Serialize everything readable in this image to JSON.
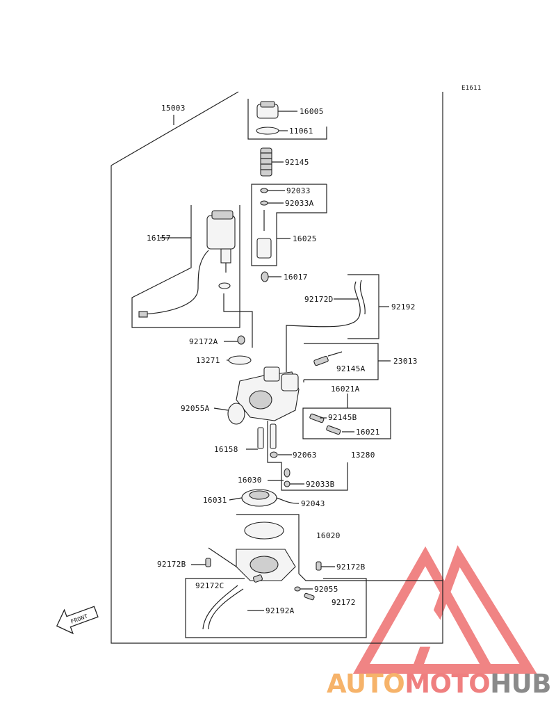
{
  "diagram_code": "E1611",
  "front_label": "FRONT",
  "labels": {
    "l15003": "15003",
    "l16005": "16005",
    "l11061": "11061",
    "l92145": "92145",
    "l92033": "92033",
    "l92033A": "92033A",
    "l16157": "16157",
    "l16025": "16025",
    "l16017": "16017",
    "l92172D": "92172D",
    "l92192": "92192",
    "l92172A": "92172A",
    "l13271": "13271",
    "l23013": "23013",
    "l92145A": "92145A",
    "l16021A": "16021A",
    "l92055A": "92055A",
    "l92145B": "92145B",
    "l16021": "16021",
    "l16158": "16158",
    "l92063": "92063",
    "l13280": "13280",
    "l16030": "16030",
    "l92033B": "92033B",
    "l16031": "16031",
    "l92043": "92043",
    "l16020": "16020",
    "l92172B_left": "92172B",
    "l92172B_right": "92172B",
    "l92172C": "92172C",
    "l92055": "92055",
    "l92172": "92172",
    "l92192A": "92192A"
  },
  "watermark": {
    "part1": "AUTO",
    "part2": "MOTO",
    "part3": "HUB",
    "color1": "#f6b36a",
    "color2": "#ef7f7f",
    "color3": "#8a8a8a",
    "triangle_color": "#ee6f6f"
  }
}
